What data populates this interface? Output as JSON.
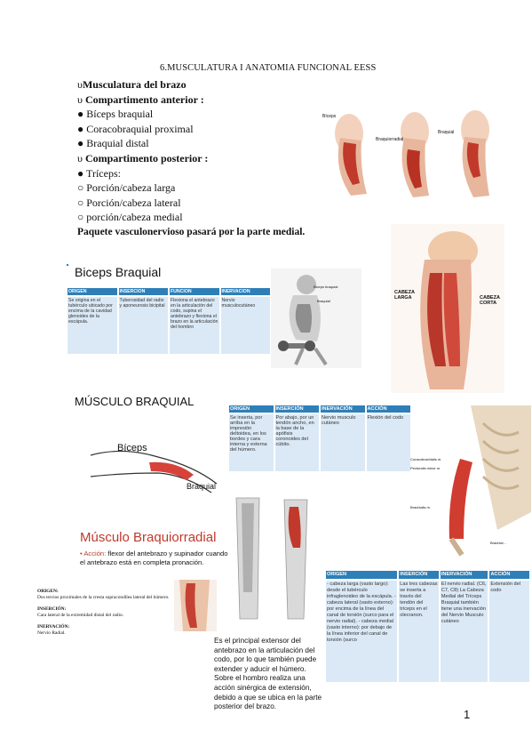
{
  "page_title": "6.MUSCULATURA I ANATOMIA FUNCIONAL EESS",
  "outline": [
    {
      "bullet": "υ",
      "text": "Musculatura del brazo",
      "bold": true
    },
    {
      "bullet": "υ",
      "text": "Compartimento anterior :",
      "bold": true
    },
    {
      "bullet": "●",
      "text": "Bíceps braquial",
      "bold": false
    },
    {
      "bullet": "●",
      "text": "Coracobraquial proximal",
      "bold": false
    },
    {
      "bullet": "●",
      "text": "Braquial distal",
      "bold": false
    },
    {
      "bullet": "υ",
      "text": "Compartimento posterior :",
      "bold": true
    },
    {
      "bullet": "●",
      "text": "Tríceps:",
      "bold": false
    },
    {
      "bullet": "○",
      "text": "Porción/cabeza larga",
      "bold": false
    },
    {
      "bullet": "○",
      "text": "Porción/cabeza lateral",
      "bold": false
    },
    {
      "bullet": "○",
      "text": "porción/cabeza medial",
      "bold": false
    }
  ],
  "vascular_note": "Paquete vasculonervioso pasará por la parte medial.",
  "biceps": {
    "heading": "Biceps Braquial",
    "headers": [
      "ORIGEN",
      "INSERCION",
      "FUNCION",
      "INERVACION"
    ],
    "cells": [
      "Se origina en el tubérculo ubicado por encima de la cavidad glenoides de la escápula.",
      "Tuberosidad del radio y aponeurosis bicipital",
      "Flexiona el antebrazo en la articulación del codo, supina el antebrazo y flexiona el brazo en la articulación del hombro",
      "Nervio musculocutáneo"
    ],
    "img_labels": [
      "Biceps braquial",
      "Braquial"
    ]
  },
  "top_arm_labels": [
    "Bíceps",
    "Braquiorradial",
    "Braquial"
  ],
  "triceps_img_labels": [
    "CABEZA LARGA",
    "CABEZA CORTA"
  ],
  "braquial": {
    "heading": "MÚSCULO BRAQUIAL",
    "headers": [
      "ORIGEN",
      "INSERCIÓN",
      "INERVACIÓN",
      "ACCIÓN"
    ],
    "cells": [
      "Se inserta, por arriba en la impresión deltoidea, en los bordes y cara interna y externa del húmero.",
      "Por abajo, por un tendón ancho, en la base de la apófisis coronoides del cúbito.",
      "Nervio musculo cutáneo",
      "Flexión del codo"
    ],
    "img_labels": [
      "Bíceps",
      "Braquial"
    ]
  },
  "coraco_labels": [
    "Coracobrachialis m.",
    "Pectoralis minor m.",
    "Brachialis m.",
    "Brachial…"
  ],
  "braquiorradial": {
    "heading": "Músculo Braquiorradial",
    "accion_label": "Acción:",
    "accion_text": "flexor del antebrazo y supinador cuando el antebrazo está en completa pronación.",
    "origen_label": "ORIGEN:",
    "origen_text": "Dos tercios proximales de la cresta supracondilea lateral del húmero.",
    "insercion_label": "INSERCIÓN:",
    "insercion_text": "Cara lateral de la extremidad distal del radio.",
    "inervacion_label": "INERVACIÓN:",
    "inervacion_text": "Nervio Radial."
  },
  "extensor_text": "Es el principal extensor del antebrazo en la articulación del codo, por lo que también puede extender y aducir el húmero. Sobre el hombro realiza una acción sinérgica de extensión, debido a que se ubica en la parte posterior del brazo.",
  "triceps": {
    "headers": [
      "ORIGEN",
      "INSERCIÓN",
      "INERVACIÓN",
      "ACCIÓN"
    ],
    "origen": "- cabeza larga (vasto largo): desde el tubérculo infraglenoideo de la escápula. - cabeza lateral (vasto externo): por encima de la línea del canal de torsión (surco para el nervio radial). - cabeza medial (vasto interno): por debajo de la línea inferior del canal de torsión (surco",
    "insercion": "Las tres cabezas se inserta a través del tendón del tríceps en el olecranon.",
    "inervacion": "El nervio radial. (C6, C7, C8) La Cabeza Medial del Tríceps Braquial también tiene una inervación del Nervio Musculo cutáneo",
    "accion": "Extensión del codo"
  },
  "page_number": "1",
  "colors": {
    "header_blue": "#2e7fb8",
    "cell_blue": "#dbe9f6",
    "muscle_red": "#c0392b"
  }
}
